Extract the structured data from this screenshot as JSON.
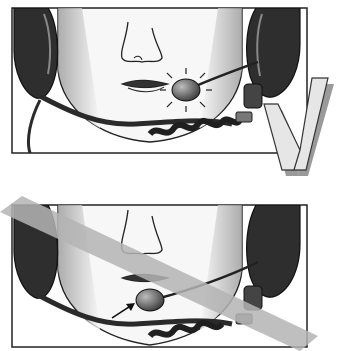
{
  "diagram": {
    "panels": [
      {
        "id": "correct",
        "verdict": "correct",
        "mark_icon": "check-v-icon",
        "description_icon": "headset-mic-correct-position"
      },
      {
        "id": "incorrect",
        "verdict": "incorrect",
        "mark_icon": "strike-bar-icon",
        "description_icon": "headset-mic-wrong-position"
      }
    ],
    "colors": {
      "outline": "#222222",
      "skin": "#f7f7f7",
      "shade": "#c8c8c8",
      "earcup": "#2e2e2e",
      "mic": "#6e6e6e",
      "check_light": "#e6e6e6",
      "check_dark": "#9a9a9a",
      "strike": "#b4b4b4"
    }
  }
}
